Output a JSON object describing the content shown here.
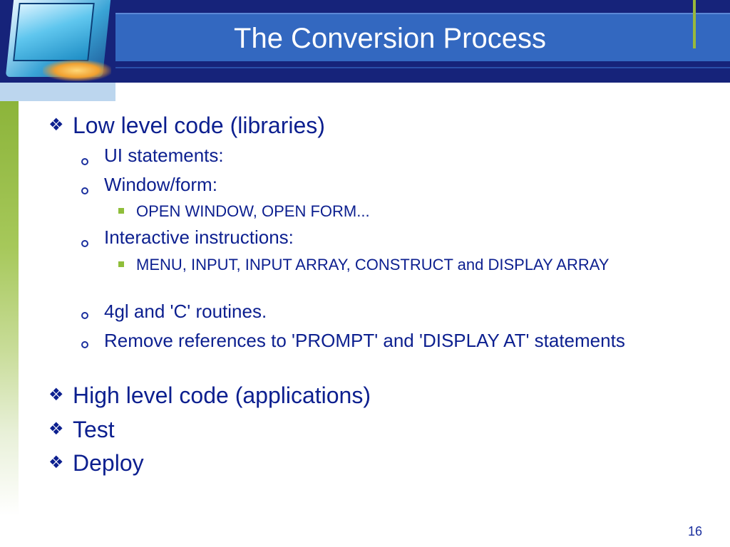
{
  "slide": {
    "title": "The Conversion Process",
    "page_number": "16"
  },
  "bullets": [
    {
      "level": 1,
      "text": "Low level code (libraries)"
    },
    {
      "level": 2,
      "text": "UI statements:"
    },
    {
      "level": 2,
      "text": "Window/form:"
    },
    {
      "level": 3,
      "text": "OPEN WINDOW, OPEN FORM..."
    },
    {
      "level": 2,
      "text": "Interactive instructions:"
    },
    {
      "level": 3,
      "text": "MENU, INPUT, INPUT ARRAY, CONSTRUCT and DISPLAY ARRAY"
    },
    {
      "level": 2,
      "text": "4gl and 'C' routines."
    },
    {
      "level": 2,
      "text": "Remove references to 'PROMPT' and 'DISPLAY AT' statements"
    },
    {
      "level": 1,
      "text": "High level code (applications)"
    },
    {
      "level": 1,
      "text": "Test"
    },
    {
      "level": 1,
      "text": "Deploy"
    }
  ],
  "bullet_glyphs": {
    "level1": "❖"
  },
  "colors": {
    "header_dark": "#16237a",
    "header_band": "#3368c0",
    "text": "#0c1f8f",
    "accent_green": "#8fbe3a"
  }
}
